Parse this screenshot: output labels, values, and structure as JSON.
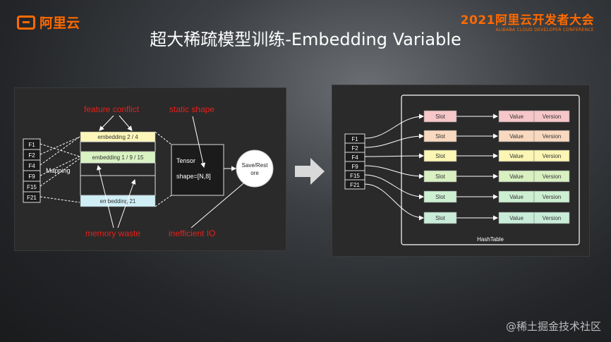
{
  "header": {
    "logo_text": "阿里云",
    "conference_title": "2021阿里云开发者大会",
    "conference_subtitle": "ALIBABA CLOUD DEVELOPER CONFERENCE",
    "slide_title": "超大稀疏模型训练-Embedding Variable"
  },
  "left_diagram": {
    "features": [
      "F1",
      "F2",
      "F4",
      "F9",
      "F15",
      "F21"
    ],
    "mapping_label": "Mapping",
    "embeddings": [
      "embedding 2 / 4",
      "embedding 1 / 9 / 15",
      "embedding 21"
    ],
    "tensor_label": "Tensor",
    "tensor_shape": "shape=[N,8]",
    "save_restore": "Save/Restore",
    "save_restore_line1": "Save/Rest",
    "save_restore_line2": "ore",
    "annotations": {
      "feature_conflict": "feature conflict",
      "static_shape": "static shape",
      "memory_waste": "memory waste",
      "inefficient_io": "inefficient IO"
    }
  },
  "right_diagram": {
    "features": [
      "F1",
      "F2",
      "F4",
      "F9",
      "F15",
      "F21"
    ],
    "slot_label": "Slot",
    "value_label": "Value",
    "version_label": "Version",
    "hashtable_label": "HashTable",
    "row_colors": [
      "#f6c6c8",
      "#f8d9bf",
      "#fbf6b3",
      "#d9f0c1",
      "#cdefd2",
      "#c9ecd8"
    ]
  },
  "watermark": "@稀土掘金技术社区",
  "colors": {
    "accent": "#ff6a00",
    "annotation": "#e8201a"
  }
}
